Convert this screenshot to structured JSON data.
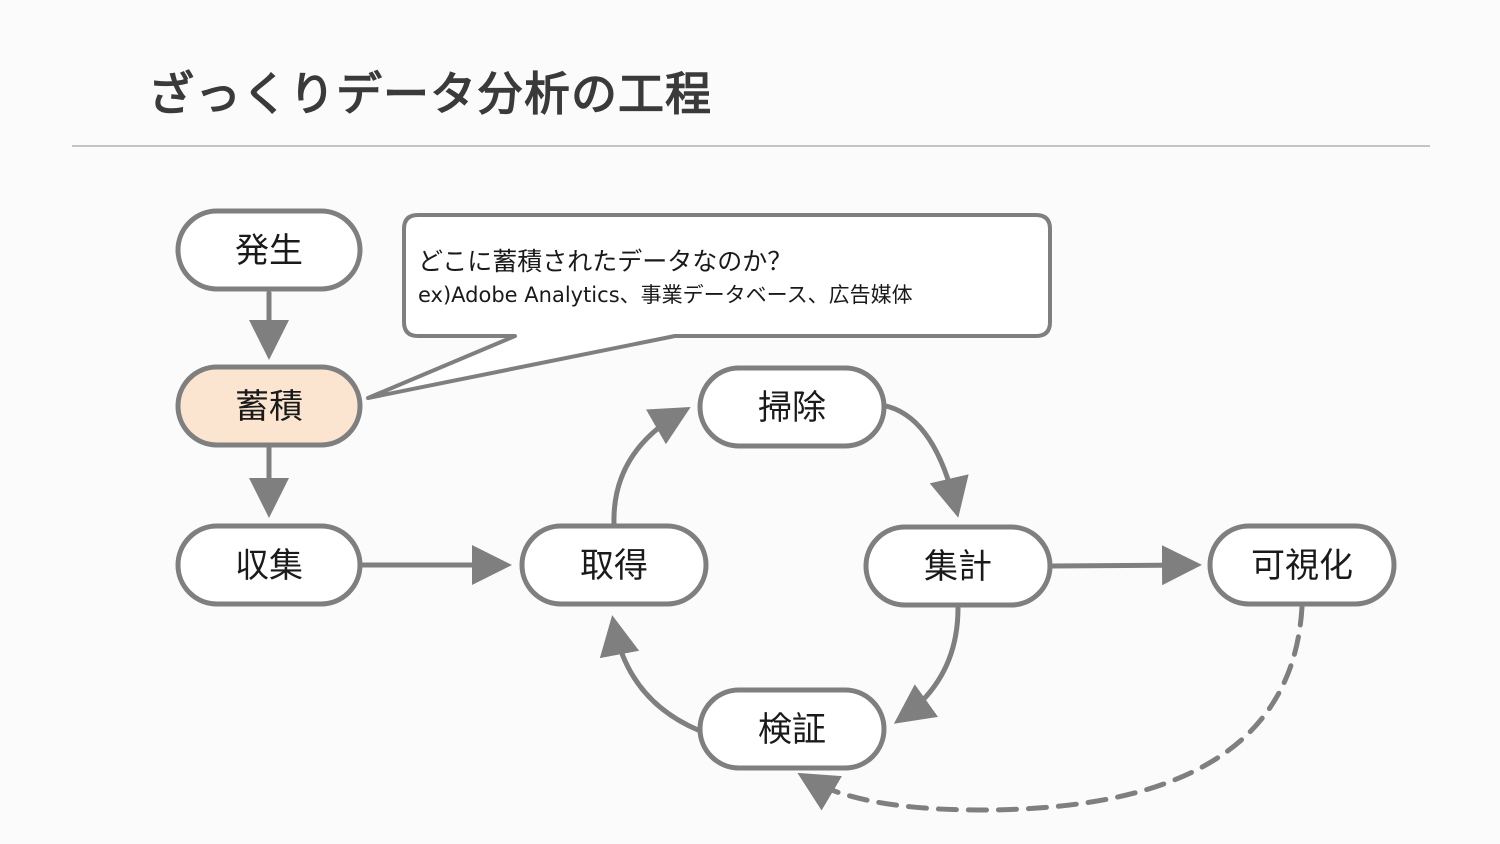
{
  "title": "ざっくりデータ分析の工程",
  "nodes": {
    "hassei": "発生",
    "chikuseki": "蓄積",
    "shushu": "収集",
    "shutoku": "取得",
    "soji": "掃除",
    "shukei": "集計",
    "kensho": "検証",
    "kashika": "可視化"
  },
  "callout": {
    "question": "どこに蓄積されたデータなのか？",
    "example": "ex)Adobe Analytics、事業データベース、広告媒体"
  },
  "colors": {
    "stroke": "#7f7f7f",
    "highlight_fill": "#fbe5d0",
    "node_fill": "#ffffff"
  }
}
